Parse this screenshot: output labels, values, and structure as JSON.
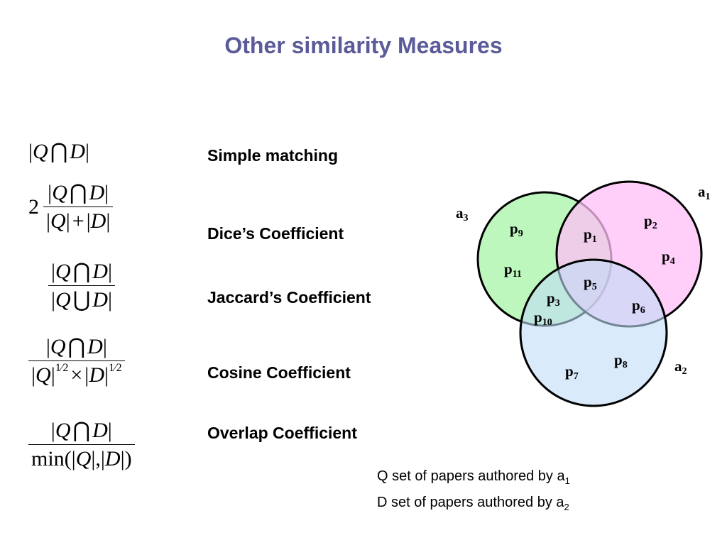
{
  "title": "Other similarity Measures",
  "measures": [
    {
      "label": "Simple matching"
    },
    {
      "label": "Dice’s Coefficient"
    },
    {
      "label": "Jaccard’s Coefficient"
    },
    {
      "label": "Cosine Coefficient"
    },
    {
      "label": "Overlap Coefficient"
    }
  ],
  "formula": {
    "Q": "Q",
    "D": "D",
    "two": "2",
    "min": "min",
    "cap": "⋂",
    "cup": "⋃",
    "bar": "|",
    "plus": "+",
    "times": "×",
    "half": "1⁄2",
    "open": "(",
    "close": ")",
    "comma": ","
  },
  "venn": {
    "sets": [
      {
        "name": "a",
        "sub": "1",
        "fill": "#ffbff8"
      },
      {
        "name": "a",
        "sub": "2",
        "fill": "#bfdcf7"
      },
      {
        "name": "a",
        "sub": "3",
        "fill": "#bdf7bd"
      }
    ],
    "papers": [
      {
        "name": "p",
        "sub": "9"
      },
      {
        "name": "p",
        "sub": "1"
      },
      {
        "name": "p",
        "sub": "2"
      },
      {
        "name": "p",
        "sub": "4"
      },
      {
        "name": "p",
        "sub": "11"
      },
      {
        "name": "p",
        "sub": "5"
      },
      {
        "name": "p",
        "sub": "3"
      },
      {
        "name": "p",
        "sub": "6"
      },
      {
        "name": "p",
        "sub": "10"
      },
      {
        "name": "p",
        "sub": "8"
      },
      {
        "name": "p",
        "sub": "7"
      }
    ]
  },
  "legend": [
    {
      "text": "Q set of papers authored by a",
      "sub": "1"
    },
    {
      "text": "D set of papers authored by a",
      "sub": "2"
    }
  ]
}
